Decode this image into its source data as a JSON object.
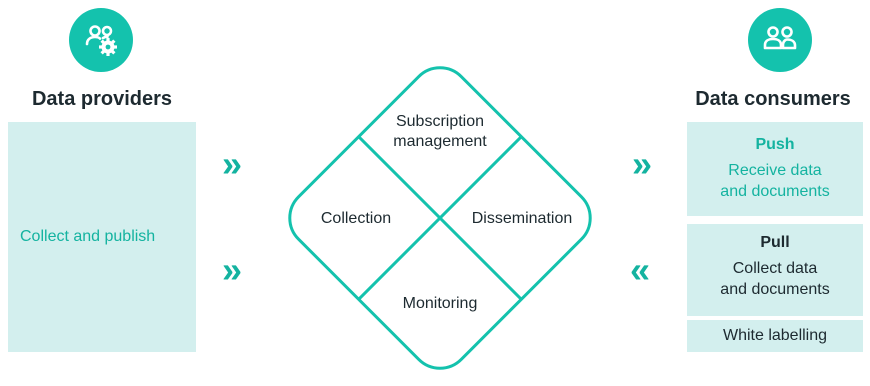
{
  "providers": {
    "title": "Data providers",
    "icon": "user-group-gear-icon",
    "panel_label": "Collect and publish"
  },
  "consumers": {
    "title": "Data consumers",
    "icon": "users-icon",
    "push": {
      "label": "Push",
      "text_line1": "Receive data",
      "text_line2": "and documents"
    },
    "pull": {
      "label": "Pull",
      "text_line1": "Collect data",
      "text_line2": "and documents"
    },
    "white_labelling": "White labelling"
  },
  "center": {
    "top_line1": "Subscription",
    "top_line2": "management",
    "left": "Collection",
    "right": "Dissemination",
    "bottom": "Monitoring"
  },
  "arrows": {
    "left_top": "»",
    "left_bottom": "»",
    "right_top": "»",
    "right_bottom": "«"
  },
  "colors": {
    "accent": "#14c2ad",
    "panel": "#d3efee",
    "text_dark": "#1d2a30",
    "text_teal": "#14b3a0"
  }
}
